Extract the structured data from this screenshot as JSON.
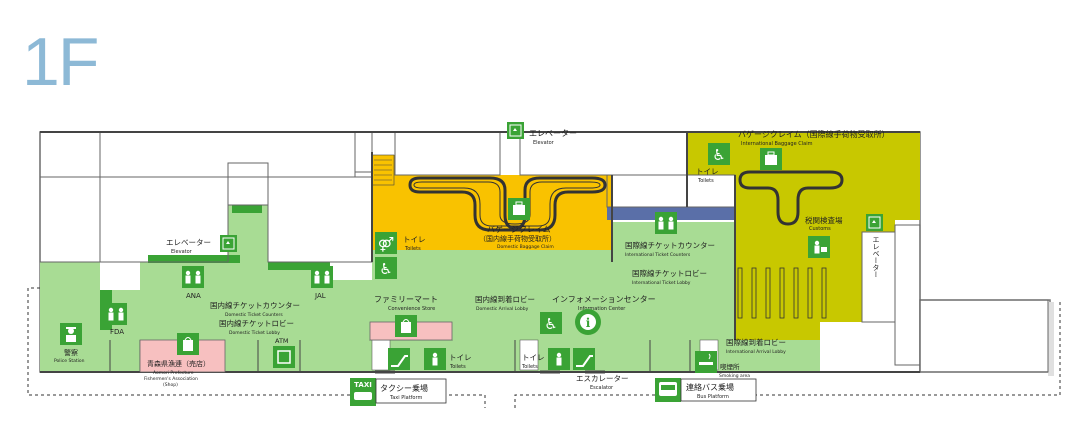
{
  "floor": "1F",
  "colors": {
    "lobby": "#a8dc94",
    "domestic_baggage": "#f9c200",
    "international_zone": "#c8c800",
    "shop": "#f7c0c0",
    "icon_green": "#3aa335",
    "wall": "#555555",
    "corridor_blue": "#5a6fa8"
  },
  "labels": {
    "elevator_top_jp": "エレベーター",
    "elevator_top_en": "Elevator",
    "elevator_left_jp": "エレベーター",
    "elevator_left_en": "Elevator",
    "elevator_right_jp": "エレベーター",
    "intl_baggage_jp": "バゲージクレイム（国際線手荷物受取所）",
    "intl_baggage_en": "International Baggage Claim",
    "toilet_intl_jp": "トイレ",
    "toilet_intl_en": "Toilets",
    "dom_baggage_jp": "バゲージクレイム",
    "dom_baggage_jp2": "（国内線手荷物受取所）",
    "dom_baggage_en": "Domestic Baggage Claim",
    "toilet_mid_jp": "トイレ",
    "toilet_mid_en": "Toilets",
    "intl_ticket_counter_jp": "国際線チケットカウンター",
    "intl_ticket_counter_en": "International Ticket Counters",
    "intl_ticket_lobby_jp": "国際線チケットロビー",
    "intl_ticket_lobby_en": "International Ticket Lobby",
    "customs_jp": "税関検査場",
    "customs_en": "Customs",
    "ana": "ANA",
    "jal": "JAL",
    "fda": "FDA",
    "dom_ticket_counter_jp": "国内線チケットカウンター",
    "dom_ticket_counter_en": "Domestic Ticket Counters",
    "dom_ticket_lobby_jp": "国内線チケットロビー",
    "dom_ticket_lobby_en": "Domestic Ticket Lobby",
    "family_mart_jp": "ファミリーマート",
    "family_mart_en": "Convenience Store",
    "dom_arrival_jp": "国内線到着ロビー",
    "dom_arrival_en": "Domestic Arrival Lobby",
    "info_center_jp": "インフォメーションセンター",
    "info_center_en": "Information Center",
    "police_jp": "警察",
    "police_en": "Police Station",
    "shop_jp": "青森県漁連（売店）",
    "shop_en1": "Aomori Prefecture",
    "shop_en2": "Fishermen's Association",
    "shop_en3": "(Shop)",
    "atm": "ATM",
    "toilet_left_jp": "トイレ",
    "toilet_left_en": "Toilets",
    "toilet_right_jp": "トイレ",
    "toilet_right_en": "Toilets",
    "escalator_jp": "エスカレーター",
    "escalator_en": "Escalator",
    "intl_arrival_jp": "国際線到着ロビー",
    "intl_arrival_en": "International Arrival Lobby",
    "smoking_jp": "喫煙所",
    "smoking_en": "Smoking area",
    "taxi_badge": "TAXI",
    "taxi_jp": "タクシー乗場",
    "taxi_en": "Taxi Platform",
    "bus_jp": "連絡バス乗場",
    "bus_en": "Bus Platform"
  }
}
